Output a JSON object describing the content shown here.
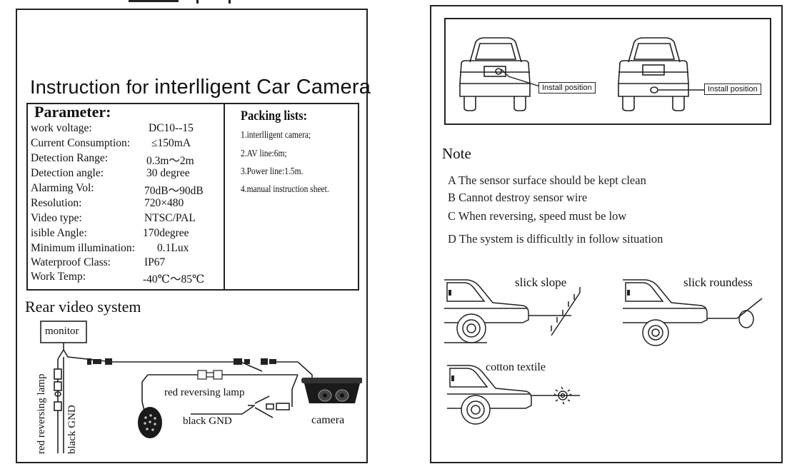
{
  "left": {
    "title_prefix": "Instruction  for ",
    "title_main": "interlligent Car Camera",
    "parameter_title": "Parameter:",
    "parameters": [
      {
        "label": "work voltage:",
        "value": "DC10--15"
      },
      {
        "label": "Current Consumption:",
        "value": "≤150mA"
      },
      {
        "label": "Detection Range:",
        "value": "0.3m～2m"
      },
      {
        "label": "Detection angle:",
        "value": "30 degree"
      },
      {
        "label": "Alarming Vol:",
        "value": "70dB～90dB"
      },
      {
        "label": "Resolution:",
        "value": "720×480"
      },
      {
        "label": "Video type:",
        "value": "NTSC/PAL"
      },
      {
        "label": "isible Angle:",
        "value": "170degree"
      },
      {
        "label": "Minimum illumination:",
        "value": "0.1Lux"
      },
      {
        "label": "Waterproof Class:",
        "value": "IP67"
      },
      {
        "label": "Work  Temp:",
        "value": "-40℃～85℃"
      }
    ],
    "packing_title": "Packing lists:",
    "packing_items": [
      "1.interlligent camera;",
      "2.AV line:6m;",
      "3.Power line:1.5m.",
      "4.manual instruction sheet."
    ],
    "rear_title": "Rear video system",
    "diagram": {
      "monitor": "monitor",
      "red_reversing_lamp_vertical": "red reversing lamp",
      "black_gnd_vertical": "black  GND",
      "red_reversing_lamp": "red   reversing lamp",
      "black_gnd": "black   GND",
      "camera": "camera"
    }
  },
  "right": {
    "install_label": "Install position",
    "note_title": "Note",
    "notes": [
      "A  The sensor  surface should be kept clean",
      "B  Cannot destroy sensor wire",
      "C  When reversing, speed must be low",
      "D  The  system  is  difficultly  in follow  situation"
    ],
    "scenes": {
      "slick_slope": "slick slope",
      "slick_roundess": "slick  roundess",
      "cotton_textile": "cotton textile"
    }
  }
}
